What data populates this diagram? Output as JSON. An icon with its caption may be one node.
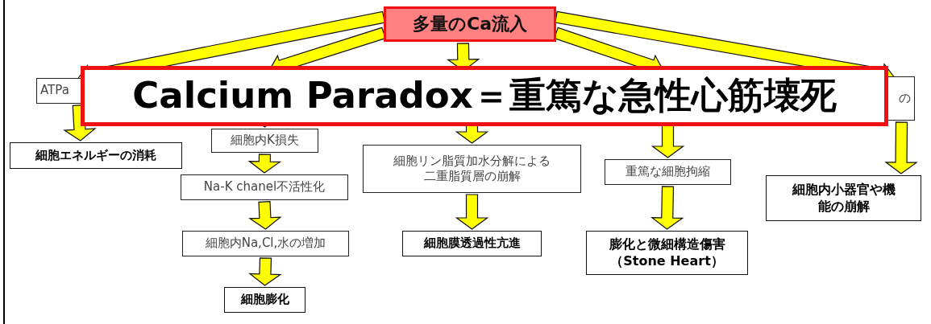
{
  "diagram": {
    "nodes": [
      {
        "text": [
          "多量のCa流入"
        ]
      },
      {
        "text": [
          "Calcium Paradox＝重篤な急性心筋壊死"
        ]
      },
      {
        "text": [
          "ATPa"
        ]
      },
      {
        "text": [
          "の"
        ]
      },
      {
        "text": [
          "細胞エネルギーの消耗"
        ]
      },
      {
        "text": [
          "細胞内K損失"
        ]
      },
      {
        "text": [
          "Na-K chanel不活性化"
        ]
      },
      {
        "text": [
          "細胞内Na,Cl,水の増加"
        ]
      },
      {
        "text": [
          "細胞膨化"
        ]
      },
      {
        "text": [
          "細胞リン脂質加水分解による二重脂質層の崩解"
        ]
      },
      {
        "text": [
          "細胞膜透過性亢進"
        ]
      },
      {
        "text": [
          "重篤な細胞拘縮"
        ]
      },
      {
        "text": [
          "膨化と微細構造傷害（Stone Heart）"
        ]
      },
      {
        "text": [
          "細胞内小器官や機能の崩解"
        ]
      }
    ],
    "edges": [
      {
        "from": 0,
        "to": 2,
        "arrow": "to"
      },
      {
        "from": 0,
        "to": null,
        "arrow": "to"
      },
      {
        "from": 0,
        "to": null,
        "arrow": "to"
      },
      {
        "from": 0,
        "to": null,
        "arrow": "to"
      },
      {
        "from": 0,
        "to": 3,
        "arrow": "to"
      },
      {
        "from": 2,
        "to": 4,
        "arrow": "to"
      },
      {
        "from": null,
        "to": 5,
        "arrow": "to"
      },
      {
        "from": 5,
        "to": 6,
        "arrow": "to"
      },
      {
        "from": 6,
        "to": 7,
        "arrow": "to"
      },
      {
        "from": 7,
        "to": 8,
        "arrow": "to"
      },
      {
        "from": null,
        "to": 9,
        "arrow": "to"
      },
      {
        "from": 9,
        "to": 10,
        "arrow": "to"
      },
      {
        "from": null,
        "to": 11,
        "arrow": "to"
      },
      {
        "from": 11,
        "to": 12,
        "arrow": "to"
      },
      {
        "from": 3,
        "to": 13,
        "arrow": "to"
      }
    ]
  }
}
